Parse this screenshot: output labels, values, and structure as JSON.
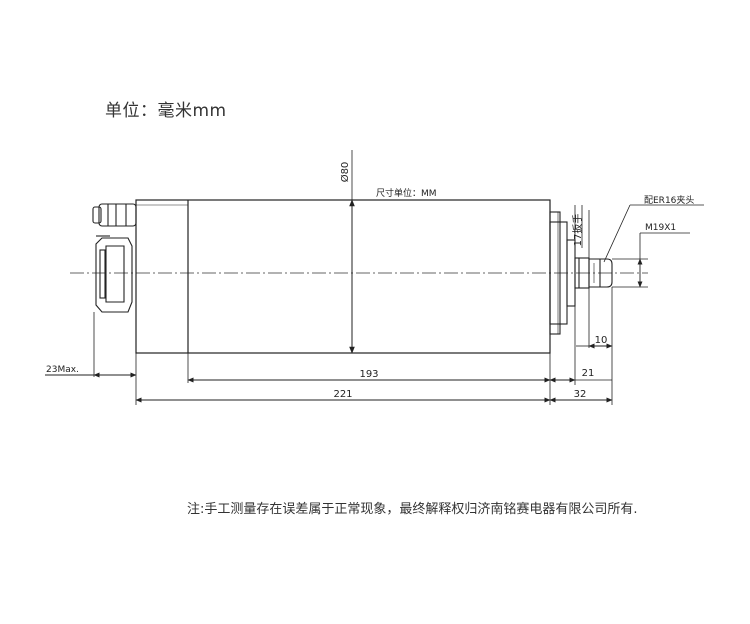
{
  "header": {
    "unit": "单位：毫米mm"
  },
  "drawing": {
    "size_unit_note": "尺寸单位：MM",
    "diameter": "Ø80",
    "collet": "配ER16夹头",
    "thread": "M19X1",
    "wrench": "17扳手",
    "dims": {
      "body_length": "193",
      "total_length": "221",
      "shaft_length": "21",
      "nose_length": "32",
      "nut_length": "10",
      "connector_max": "23Max."
    }
  },
  "footnote": "注:手工测量存在误差属于正常现象，最终解释权归济南铭赛电器有限公司所有."
}
